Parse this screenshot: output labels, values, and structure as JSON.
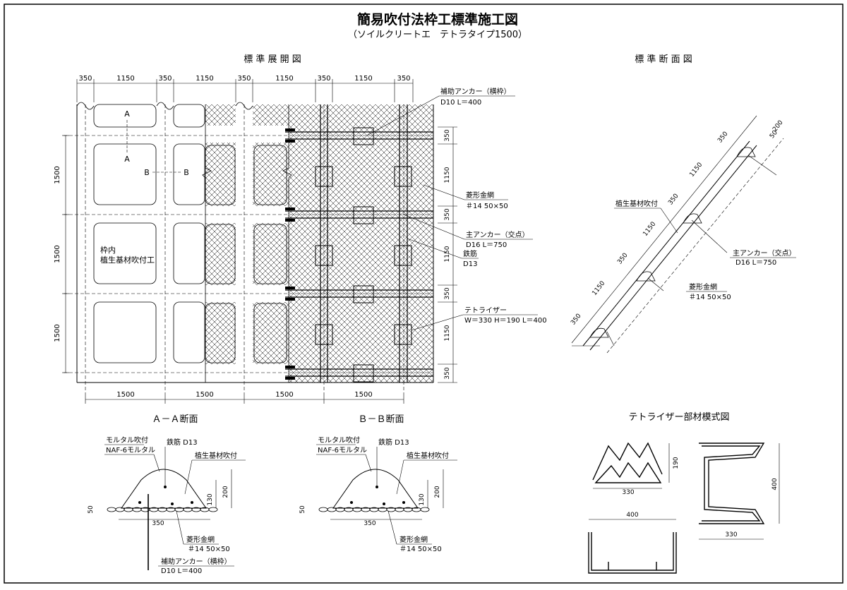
{
  "title": "簡易吹付法枠工標準施工図",
  "subtitle": "（ソイルクリートエ　テトラタイプ1500）",
  "sections": {
    "development": "標 準 展 開 図",
    "cross_section": "標 準 断 面 図",
    "aa": "Ａ－Ａ断面",
    "bb": "Ｂ－Ｂ断面",
    "tetra_parts": "テトライザー部材模式図"
  },
  "development": {
    "top_dims": [
      "350",
      "1150",
      "350",
      "1150",
      "350",
      "1150",
      "350",
      "1150",
      "350"
    ],
    "bottom_dims": [
      "1500",
      "1500",
      "1500",
      "1500"
    ],
    "left_dims": [
      "1500",
      "1500",
      "1500"
    ],
    "right_dims": [
      "350",
      "1150",
      "350",
      "1150",
      "350",
      "1150",
      "350"
    ],
    "marker_a": "A",
    "marker_b": "B",
    "inner_label_1": "枠内",
    "inner_label_2": "植生基材吹付工",
    "callout_anchor_sub_1": "補助アンカー（横枠）",
    "callout_anchor_sub_2": "D10 L＝400",
    "callout_mesh_1": "菱形金網",
    "callout_mesh_2": "＃14 50×50",
    "callout_anchor_main_1": "主アンカー（交点）",
    "callout_anchor_main_2": "D16 L＝750",
    "callout_rebar_1": "鉄筋",
    "callout_rebar_2": "D13",
    "callout_tetra_1": "テトライザー",
    "callout_tetra_2": "W＝330 H＝190 L＝400"
  },
  "cross_section": {
    "dim_top_a": "200",
    "dim_top_b": "50",
    "dims_along": [
      "350",
      "1150",
      "350",
      "1150",
      "350",
      "1150",
      "350"
    ],
    "label_veg": "植生基材吹付",
    "label_anchor_1": "主アンカー（交点）",
    "label_anchor_2": "D16 L＝750",
    "label_mesh_1": "菱形金網",
    "label_mesh_2": "＃14 50×50"
  },
  "aa_section": {
    "mortar": "モルタル吹付",
    "naf": "NAF-6モルタル",
    "rebar": "鉄筋 D13",
    "veg": "植生基材吹付",
    "dim_200": "200",
    "dim_130": "130",
    "dim_50": "50",
    "dim_350": "350",
    "mesh_1": "菱形金網",
    "mesh_2": "＃14 50×50",
    "anchor_1": "補助アンカー（横枠）",
    "anchor_2": "D10 L＝400"
  },
  "bb_section": {
    "mortar": "モルタル吹付",
    "naf": "NAF-6モルタル",
    "rebar": "鉄筋 D13",
    "veg": "植生基材吹付",
    "dim_200": "200",
    "dim_130": "130",
    "dim_50": "50",
    "dim_350": "350",
    "mesh_1": "菱形金網",
    "mesh_2": "＃14 50×50"
  },
  "tetra_parts": {
    "dim_190": "190",
    "dim_330_a": "330",
    "dim_400_v": "400",
    "dim_330_b": "330",
    "dim_400_h": "400"
  }
}
